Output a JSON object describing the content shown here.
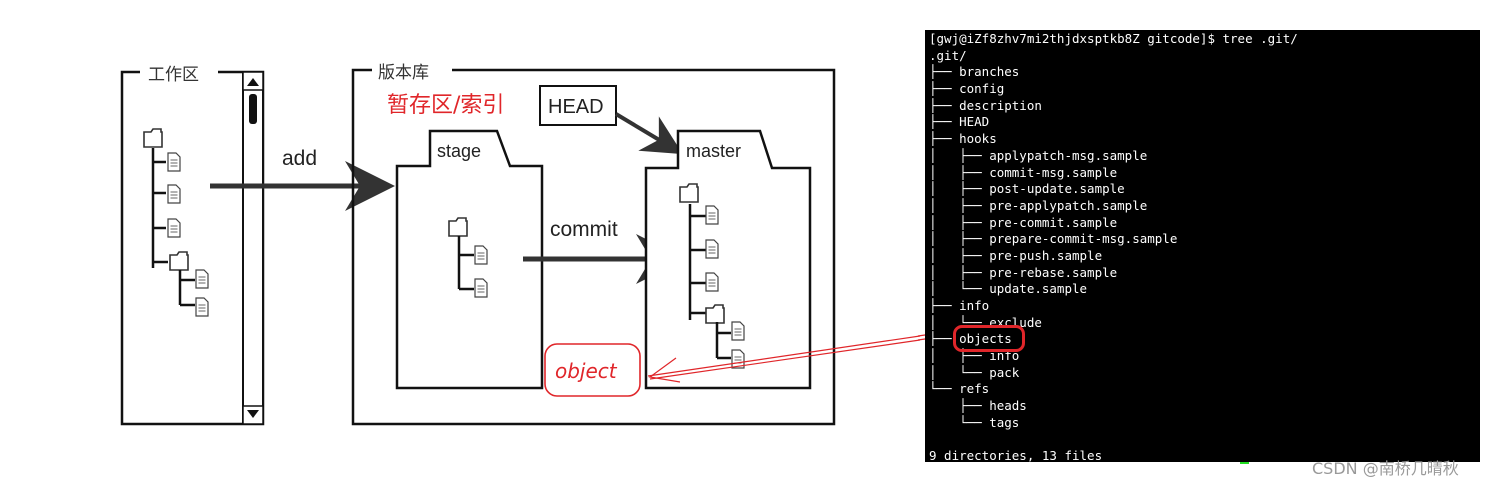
{
  "diagram": {
    "workspace_label": "工作区",
    "repo_label": "版本库",
    "stage_annotation": "暂存区/索引",
    "head_label": "HEAD",
    "stage_label": "stage",
    "master_label": "master",
    "add_label": "add",
    "commit_label": "commit",
    "object_annotation": "object"
  },
  "terminal": {
    "lines": [
      "[gwj@iZf8zhv7mi2thjdxsptkb8Z gitcode]$ tree .git/",
      ".git/",
      "├── branches",
      "├── config",
      "├── description",
      "├── HEAD",
      "├── hooks",
      "│   ├── applypatch-msg.sample",
      "│   ├── commit-msg.sample",
      "│   ├── post-update.sample",
      "│   ├── pre-applypatch.sample",
      "│   ├── pre-commit.sample",
      "│   ├── prepare-commit-msg.sample",
      "│   ├── pre-push.sample",
      "│   ├── pre-rebase.sample",
      "│   └── update.sample",
      "├── info",
      "│   └── exclude",
      "├── objects",
      "│   ├── info",
      "│   └── pack",
      "└── refs",
      "    ├── heads",
      "    └── tags",
      "",
      "9 directories, 13 files"
    ],
    "highlighted_entry": "objects"
  },
  "watermark": "CSDN @南桥几晴秋",
  "colors": {
    "annotation_red": "#e0262a",
    "terminal_bg": "#000000",
    "terminal_fg": "#ffffff"
  }
}
